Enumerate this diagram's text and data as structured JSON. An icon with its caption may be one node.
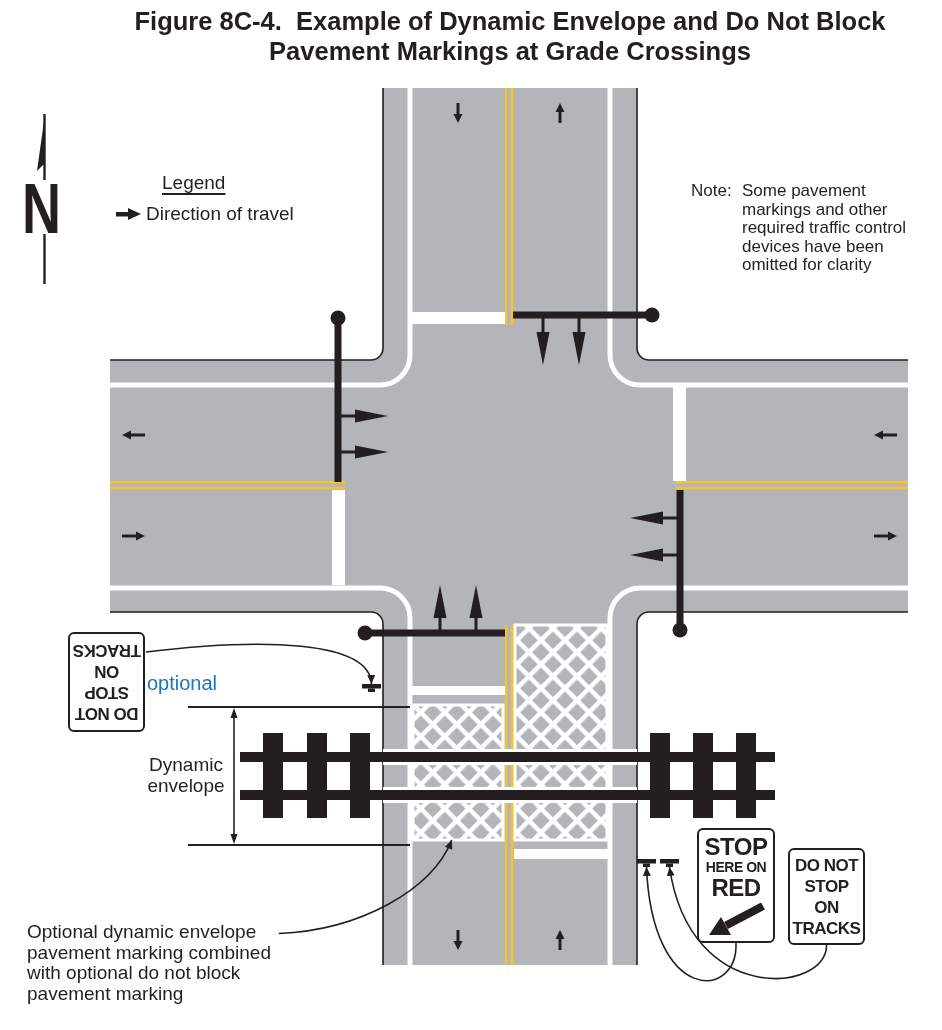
{
  "diagram": {
    "title": "Figure 8C-4.  Example of Dynamic Envelope and Do Not Block Pavement Markings at Grade Crossings",
    "nodes": [
      {
        "text": [
          "DO NOT STOP ON TRACKS"
        ],
        "beside": [
          "optional"
        ]
      },
      {
        "text": [],
        "shape": "bar"
      },
      {
        "text": [
          "Optional dynamic envelope pavement marking combined with optional do not block pavement marking"
        ]
      },
      {
        "text": [],
        "shape": "box"
      },
      {
        "text": [
          "STOP HERE ON RED"
        ]
      },
      {
        "text": [
          "DO NOT STOP ON TRACKS"
        ]
      },
      {
        "text": [],
        "shape": "bar"
      },
      {
        "text": [],
        "shape": "bar"
      }
    ],
    "edges": [
      {
        "from": 0,
        "to": 1,
        "arrow": "to"
      },
      {
        "from": 2,
        "to": 3,
        "arrow": "to"
      },
      {
        "from": 4,
        "to": 6,
        "arrow": "to"
      },
      {
        "from": 5,
        "to": 7,
        "arrow": "to"
      }
    ],
    "labels": [
      "N",
      "Legend",
      "Note:",
      "Some pavement markings and other required traffic control devices have been omitted for clarity",
      "Dynamic envelope"
    ],
    "legend": [
      {
        "text": "Direction of travel"
      }
    ]
  }
}
